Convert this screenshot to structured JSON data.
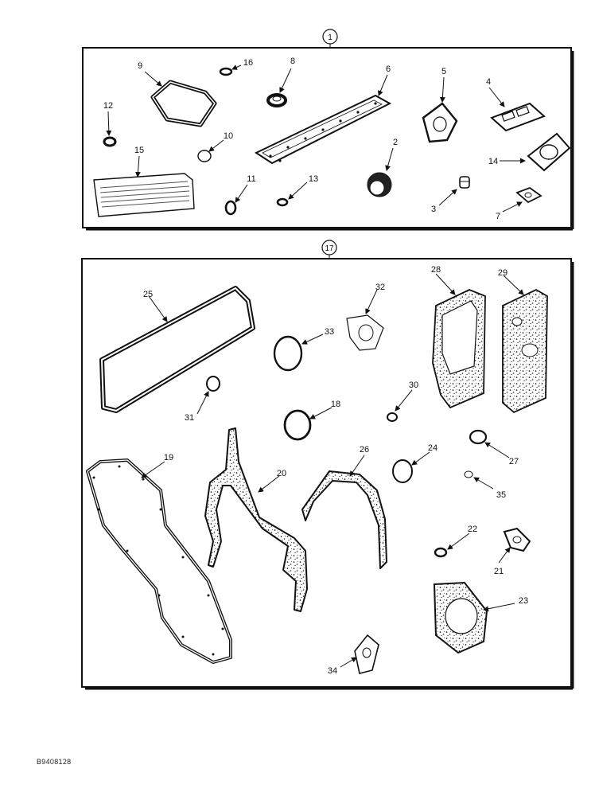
{
  "kit_refs": {
    "top": "1",
    "bottom": "17"
  },
  "labels": {
    "n1": "1",
    "n2": "2",
    "n3": "3",
    "n4": "4",
    "n5": "5",
    "n6": "6",
    "n7": "7",
    "n8": "8",
    "n9": "9",
    "n10": "10",
    "n11": "11",
    "n12": "12",
    "n13": "13",
    "n14": "14",
    "n15": "15",
    "n16": "16",
    "n17": "17",
    "n18": "18",
    "n19": "19",
    "n20": "20",
    "n21": "21",
    "n22": "22",
    "n23": "23",
    "n24": "24",
    "n25": "25",
    "n26": "26",
    "n27": "27",
    "n28": "28",
    "n29": "29",
    "n30": "30",
    "n31": "31",
    "n32": "32",
    "n33": "33",
    "n34": "34",
    "n35": "35"
  },
  "figure_code": "B9408128"
}
